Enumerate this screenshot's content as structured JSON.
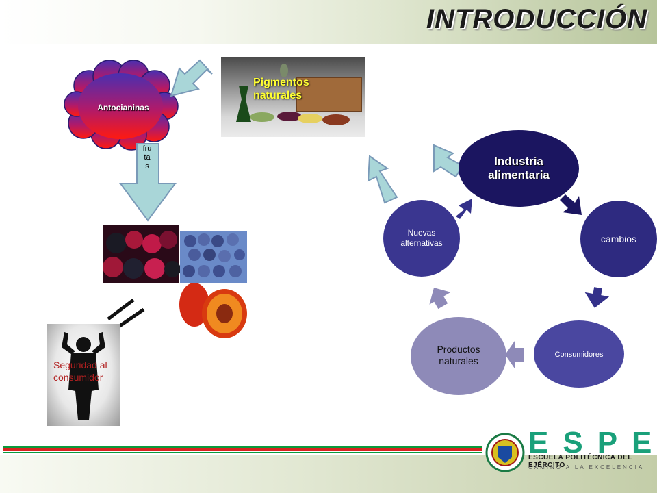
{
  "title": "INTRODUCCIÓN",
  "left": {
    "cloud_label": "Antocianinas",
    "pigments_label": "Pigmentos naturales",
    "frutas_label": "frutas",
    "person_label": "Seguridad al consumidor"
  },
  "cycle": {
    "center": "Industria alimentaria",
    "cambios": "cambios",
    "consumidores": "Consumidores",
    "productos": "Productos naturales",
    "nuevas": "Nuevas alternativas"
  },
  "logo": {
    "letters": "ESPE",
    "name": "ESCUELA POLITÉCNICA DEL EJÉRCITO",
    "motto": "CAMINO A LA EXCELENCIA"
  },
  "colors": {
    "node_dark": "#1b1560",
    "node_mid": "#34318a",
    "node_light": "#8e8ab8",
    "cloud_top": "#5a2ea8",
    "cloud_bottom": "#ff1a1a",
    "callout_arrow": "#a9d6d8",
    "espe_green": "#1aa07a"
  }
}
